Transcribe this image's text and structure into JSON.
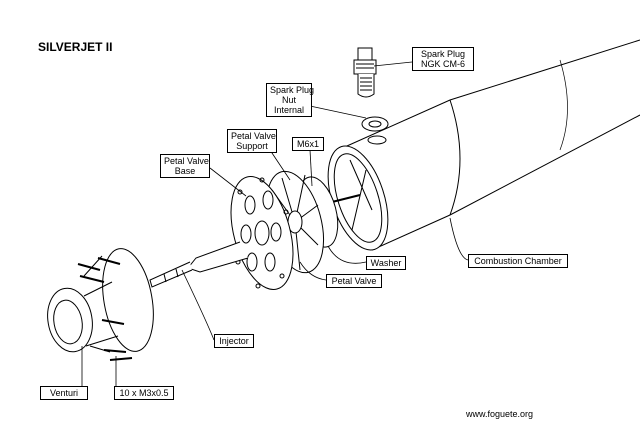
{
  "title": "SILVERJET II",
  "footer": "www.foguete.org",
  "labels": {
    "spark_plug": [
      "Spark Plug",
      "NGK CM-6"
    ],
    "spark_plug_nut": [
      "Spark Plug",
      "Nut",
      "Internal"
    ],
    "petal_valve_support": [
      "Petal Valve",
      "Support"
    ],
    "m6x1": "M6x1",
    "petal_valve_base": [
      "Petal Valve",
      "Base"
    ],
    "washer": "Washer",
    "combustion_chamber": "Combustion Chamber",
    "petal_valve": "Petal Valve",
    "injector": "Injector",
    "venturi": "Venturi",
    "screws": "10 x M3x0.5"
  }
}
